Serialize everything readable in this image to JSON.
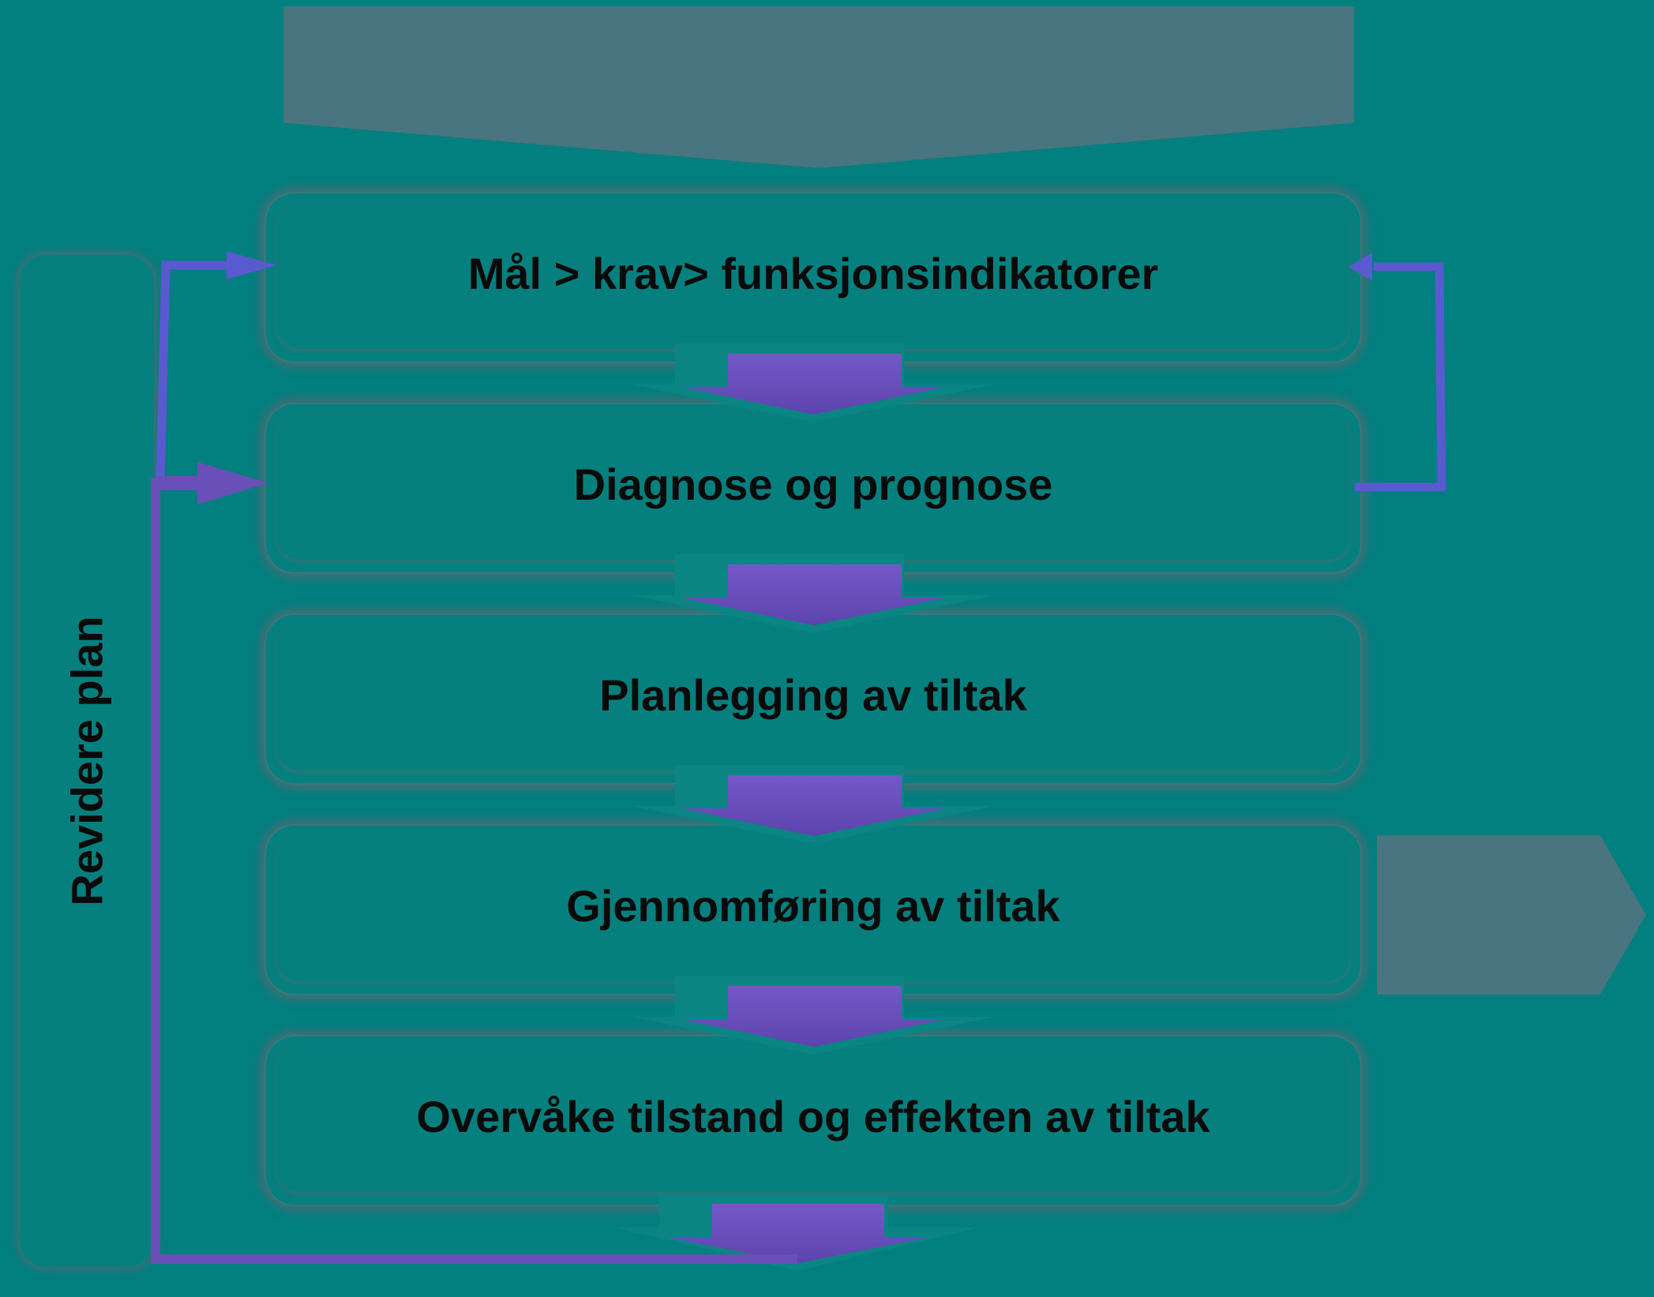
{
  "diagram": {
    "type": "process-flow",
    "colors": {
      "background": "#027f7f",
      "box_fill": "#06807e",
      "banner_fill": "#48757f",
      "arrow_purple": "#6a4fb8",
      "line_blue": "#5a5ad0",
      "text": "#0a0a0a"
    },
    "top_banner": {
      "label": ""
    },
    "right_chevron": {
      "label": ""
    },
    "side_bar": {
      "label": "Revidere plan"
    },
    "steps": [
      {
        "label": "Mål > krav> funksjonsindikatorer"
      },
      {
        "label": "Diagnose og prognose"
      },
      {
        "label": "Planlegging av tiltak"
      },
      {
        "label": "Gjennomføring av tiltak"
      },
      {
        "label": "Overvåke tilstand og effekten av tiltak"
      }
    ],
    "connectors": [
      {
        "from": "step-1",
        "to": "step-2",
        "kind": "down-arrow"
      },
      {
        "from": "step-2",
        "to": "step-3",
        "kind": "down-arrow"
      },
      {
        "from": "step-3",
        "to": "step-4",
        "kind": "down-arrow"
      },
      {
        "from": "step-4",
        "to": "step-5",
        "kind": "down-arrow"
      },
      {
        "from": "step-5",
        "to": "feedback-loop",
        "kind": "down-arrow"
      },
      {
        "from": "feedback-loop",
        "to": "step-1",
        "kind": "left-loop-arrow"
      },
      {
        "from": "feedback-loop",
        "to": "step-2",
        "kind": "left-loop-arrow"
      },
      {
        "from": "step-2",
        "to": "step-1",
        "kind": "right-bracket-arrow"
      }
    ]
  }
}
